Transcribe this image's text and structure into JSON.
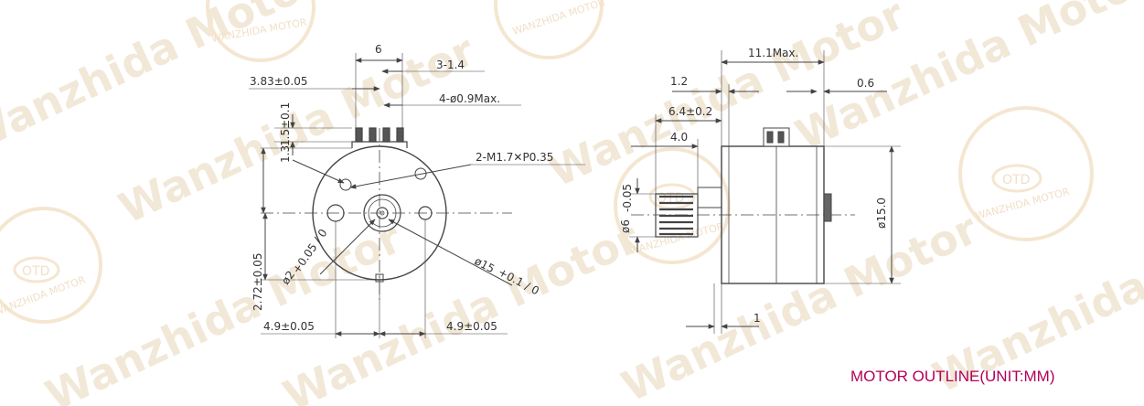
{
  "caption": "MOTOR OUTLINE(UNIT:MM)",
  "colors": {
    "line": "#444444",
    "text": "#333333",
    "watermark": "#f1e6d4",
    "badge": "#f4e4cc",
    "caption": "#b3005a"
  },
  "watermark": {
    "brand": "Wanzhida Motor",
    "badge_arc_text": "WANZHIDA MOTOR",
    "badge_logo": "OTD"
  },
  "front_view": {
    "dims": {
      "top_width": "6",
      "pin_spacing": "3-1.4",
      "offset": "3.83±0.05",
      "pins": "4-ø0.9Max.",
      "pin_height": "1.5±0.1",
      "height": "1.3",
      "holes": "2-M1.7✕P0.35",
      "gear": "ø2",
      "gear_tol": "+0.05 / 0",
      "body": "ø15",
      "body_tol": "+0.1 / 0",
      "left_height": "2.72±0.05",
      "bottom_left": "4.9±0.05",
      "bottom_right": "4.9±0.05"
    }
  },
  "side_view": {
    "dims": {
      "length": "11.1Max.",
      "flange": "1.2",
      "rear": "0.6",
      "gear_len": "6.4±0.2",
      "gear_face": "4.0",
      "gear_dia": "ø6",
      "gear_dia_tol": "-0.05",
      "body_dia": "ø15.0",
      "base": "1"
    }
  }
}
